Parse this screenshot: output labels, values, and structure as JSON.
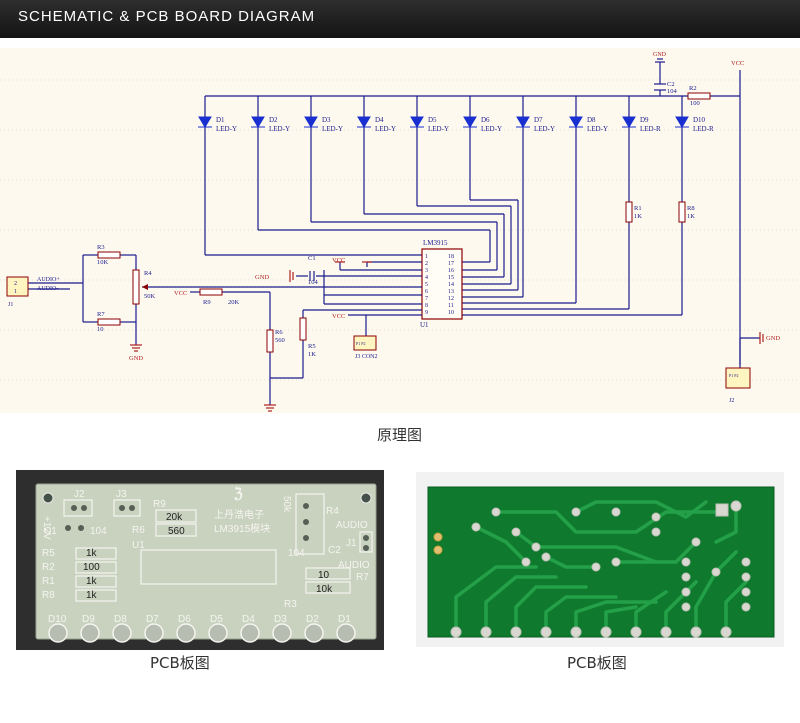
{
  "header": {
    "title": "SCHEMATIC & PCB BOARD DIAGRAM"
  },
  "schematic": {
    "caption": "原理图",
    "gnd": "GND",
    "vcc": "VCC",
    "leds": [
      {
        "ref": "D1",
        "type": "LED-Y"
      },
      {
        "ref": "D2",
        "type": "LED-Y"
      },
      {
        "ref": "D3",
        "type": "LED-Y"
      },
      {
        "ref": "D4",
        "type": "LED-Y"
      },
      {
        "ref": "D5",
        "type": "LED-Y"
      },
      {
        "ref": "D6",
        "type": "LED-Y"
      },
      {
        "ref": "D7",
        "type": "LED-Y"
      },
      {
        "ref": "D8",
        "type": "LED-Y"
      },
      {
        "ref": "D9",
        "type": "LED-R"
      },
      {
        "ref": "D10",
        "type": "LED-R"
      }
    ],
    "ic": {
      "name": "LM3915",
      "ref": "U1",
      "left_pins": [
        "1",
        "2",
        "3",
        "4",
        "5",
        "6",
        "7",
        "8",
        "9"
      ],
      "right_pins": [
        "18",
        "17",
        "16",
        "15",
        "14",
        "13",
        "12",
        "11",
        "10"
      ]
    },
    "c2": {
      "ref": "C2",
      "value": "104"
    },
    "r2": {
      "ref": "R2",
      "value": "100"
    },
    "r1": {
      "ref": "R1",
      "value": "1K"
    },
    "r8": {
      "ref": "R8",
      "value": "1K"
    },
    "r3": {
      "ref": "R3",
      "value": "10K"
    },
    "r4": {
      "ref": "R4",
      "value": "50K"
    },
    "r7": {
      "ref": "R7",
      "value": "10"
    },
    "r9": {
      "ref": "R9",
      "value": "20K"
    },
    "r6": {
      "ref": "R6",
      "value": "560"
    },
    "r5": {
      "ref": "R5",
      "value": "1K"
    },
    "c1": {
      "ref": "C1",
      "value": "104"
    },
    "j1": {
      "ref": "J1",
      "pin_top": "2",
      "pin_bot": "1",
      "label_top": "AUDIO+",
      "label_bot": "AUDIO-"
    },
    "j2": {
      "ref": "J2",
      "pins": "P1 P2"
    },
    "j3": {
      "ref": "J3 CON2",
      "pins": "P1 P2"
    }
  },
  "pcb_left": {
    "caption": "PCB板图",
    "labels": {
      "plus12v": "+12V",
      "j2": "J2",
      "j3": "J3",
      "r9": "R9",
      "r9_value": "20k",
      "r6": "R6",
      "r6_value": "560",
      "c1": "C1",
      "c1_value": "104",
      "u1": "U1",
      "r5": "R5",
      "r5_value": "1k",
      "r2": "R2",
      "r2_value": "100",
      "r1": "R1",
      "r1_value": "1k",
      "r8": "R8",
      "r8_value": "1k",
      "brand": "上丹浩电子",
      "module": "LM3915模块",
      "r4": "R4",
      "r4_value": "50k",
      "audio_top": "AUDIO",
      "audio_bot": "AUDIO",
      "c2": "C2",
      "c2_value": "104",
      "j1": "J1",
      "r7": "R7",
      "r7_value": "10",
      "r3": "R3",
      "r3_value": "10k"
    },
    "led_labels": [
      "D10",
      "D9",
      "D8",
      "D7",
      "D6",
      "D5",
      "D4",
      "D3",
      "D2",
      "D1"
    ]
  },
  "pcb_right": {
    "caption": "PCB板图"
  }
}
